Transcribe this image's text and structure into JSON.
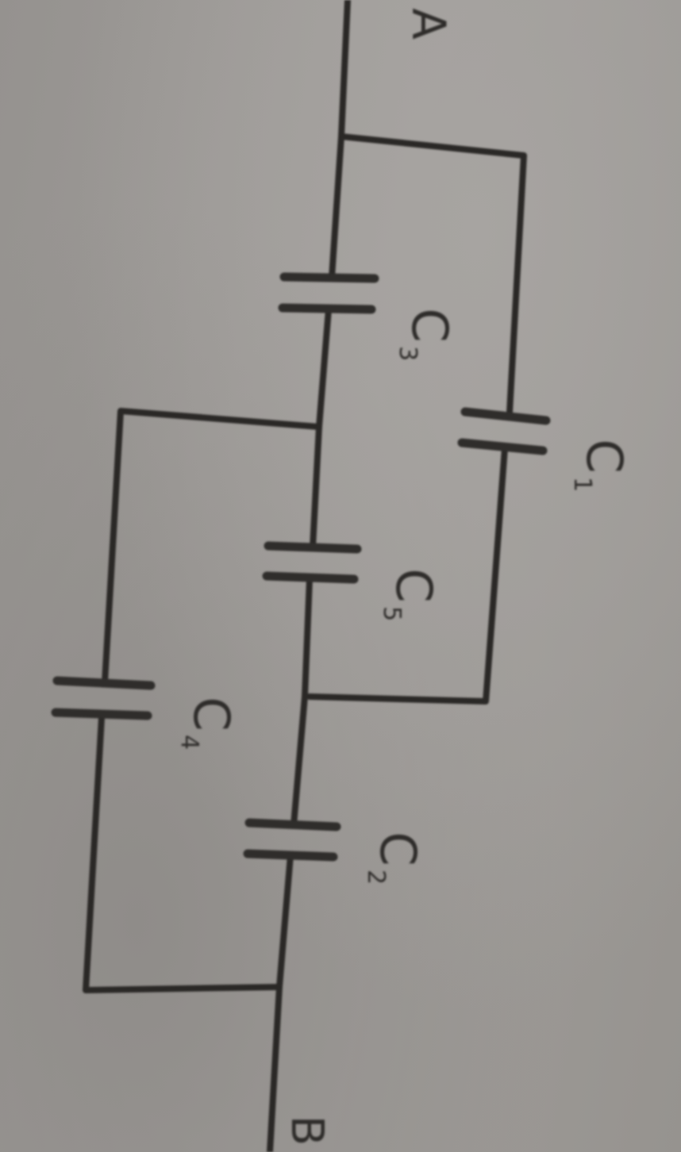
{
  "diagram": {
    "type": "capacitor circuit",
    "orientation": "rotated ~90deg clockwise (photo of textbook page)",
    "terminals": [
      {
        "id": "A",
        "label": "A"
      },
      {
        "id": "B",
        "label": "B"
      }
    ],
    "capacitors": [
      {
        "id": "C1",
        "label": "C",
        "subscript": "1"
      },
      {
        "id": "C2",
        "label": "C",
        "subscript": "2"
      },
      {
        "id": "C3",
        "label": "C",
        "subscript": "3"
      },
      {
        "id": "C4",
        "label": "C",
        "subscript": "4"
      },
      {
        "id": "C5",
        "label": "C",
        "subscript": "5"
      }
    ],
    "connections": [
      "A - node1",
      "node1 - C3 - node2",
      "node1 - C1 - node3",
      "node2 - C5 - node3",
      "node3 - C2 - node4",
      "node2 - C4 - node4",
      "node4 - B"
    ]
  }
}
